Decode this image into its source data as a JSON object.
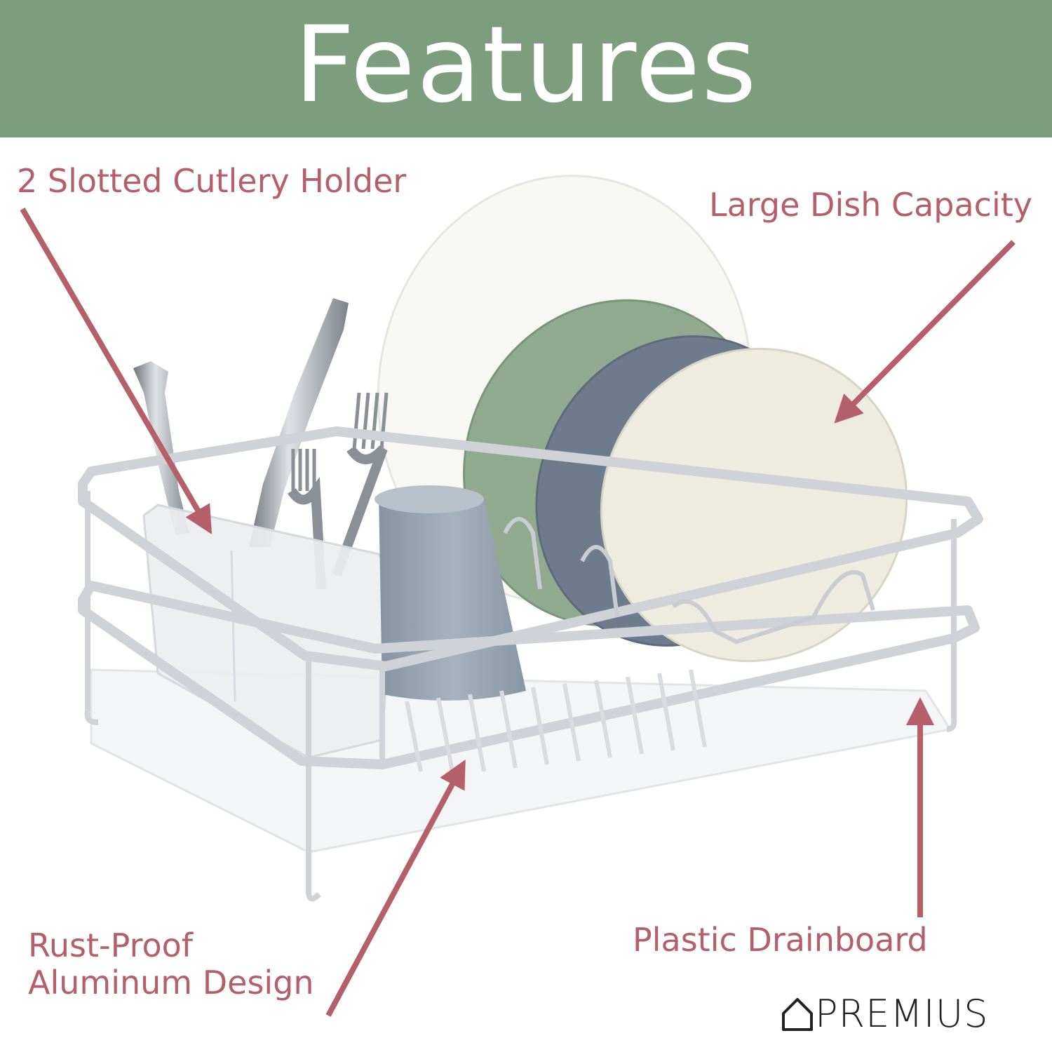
{
  "banner": {
    "title": "Features"
  },
  "labels": {
    "cutlery": "2 Slotted Cutlery Holder",
    "capacity": "Large Dish Capacity",
    "rust_line1": "Rust-Proof",
    "rust_line2": "Aluminum Design",
    "drainboard": "Plastic Drainboard"
  },
  "brand": {
    "name": "PREMIUS",
    "icon": "house-outline-icon"
  },
  "colors": {
    "banner": "#7c9e7c",
    "label_text": "#b45f6a",
    "arrow": "#b45f6a",
    "plate_green": "#8faa8e",
    "plate_blue": "#6d7b8d",
    "plate_cream": "#eeebe0",
    "cup": "#9aa6b1"
  }
}
